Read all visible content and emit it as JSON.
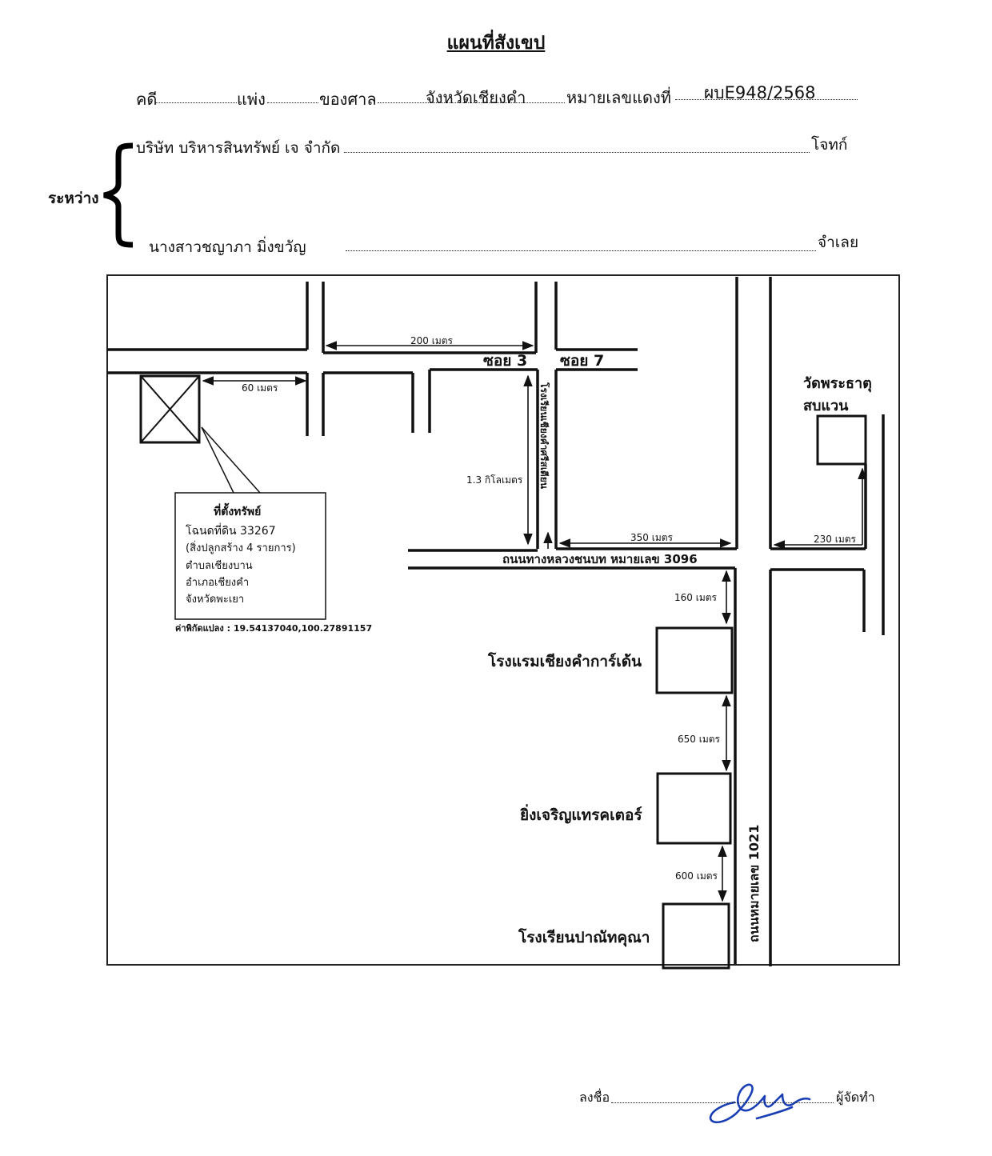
{
  "document": {
    "title": "แผนที่สังเขป",
    "case_row": {
      "case_label": "คดี",
      "case_type": "แพ่ง",
      "court_label": "ของศาล",
      "court_name": "จังหวัดเชียงคำ",
      "red_no_label": "หมายเลขแดงที่",
      "red_no_value": "ผบE948/2568"
    },
    "between_label": "ระหว่าง",
    "plaintiff": {
      "name": "บริษัท บริหารสินทรัพย์ เจ จำกัด",
      "role": "โจทก์"
    },
    "defendant": {
      "name": "นางสาวชญาภา มิ่งขวัญ",
      "role": "จำเลย"
    }
  },
  "map": {
    "soi3": "ซอย 3",
    "soi7": "ซอย 7",
    "temple": [
      "วัดพระธาตุ",
      "สบแวน"
    ],
    "road_3096": "ถนนทางหลวงชนบท หมายเลข 3096",
    "road_1021": "ถนนหมายเลข 1021",
    "school_lane": "โรงเรียนเชียงคำศรีสเตียน",
    "distances": {
      "d200": "200 เมตร",
      "d60": "60 เมตร",
      "d13km": "1.3 กิโลเมตร",
      "d350": "350 เมตร",
      "d230": "230 เมตร",
      "d160": "160 เมตร",
      "d650": "650 เมตร",
      "d600": "600 เมตร"
    },
    "property_box": {
      "title": "ที่ตั้งทรัพย์",
      "lines": [
        "โฉนดที่ดิน 33267",
        "(สิ่งปลูกสร้าง 4 รายการ)",
        "ตำบลเชียงบาน",
        "อำเภอเชียงคำ",
        "จังหวัดพะเยา"
      ]
    },
    "coords": "ค่าพิกัดแปลง : 19.54137040,100.27891157",
    "landmarks": {
      "hotel": "โรงแรมเชียงคำการ์เด้น",
      "tractor": "ยิ่งเจริญแทรคเตอร์",
      "school": "โรงเรียนปาณัทคุณา"
    }
  },
  "signature": {
    "sign_label": "ลงชื่อ",
    "role": "ผู้จัดทำ"
  }
}
